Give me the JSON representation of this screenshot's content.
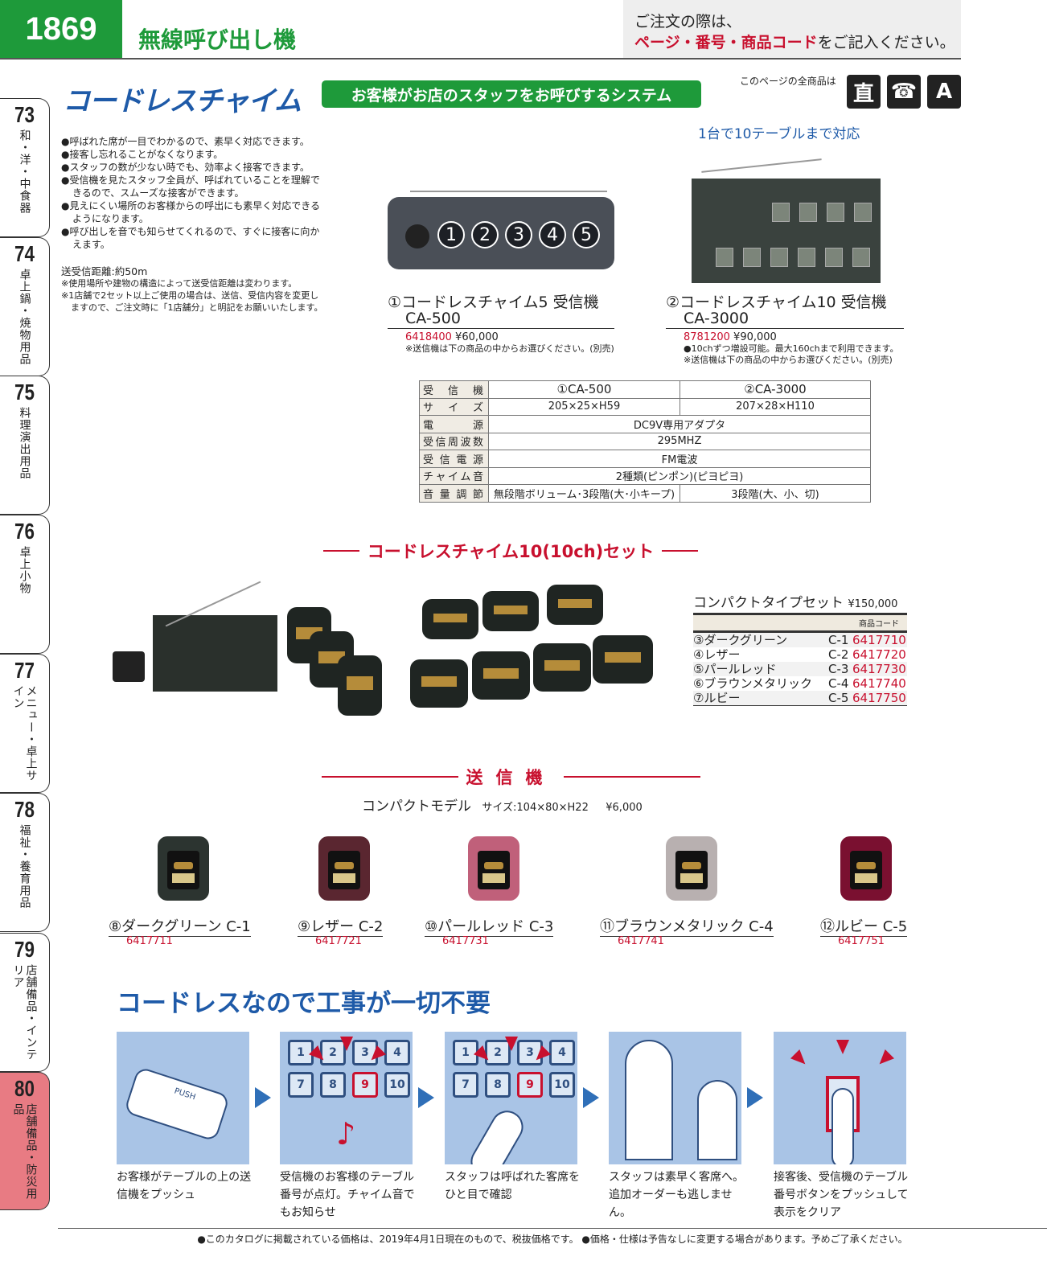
{
  "header": {
    "page_number": "1869",
    "title": "無線呼び出し機",
    "notice_line1": "ご注文の際は、",
    "notice_red": "ページ・番号・商品コード",
    "notice_rest": "をご記入ください。"
  },
  "side_tabs": [
    {
      "num": "73",
      "label": "和・洋・中食器"
    },
    {
      "num": "74",
      "label": "卓上鍋・焼物用品"
    },
    {
      "num": "75",
      "label": "料理演出用品"
    },
    {
      "num": "76",
      "label": "卓上小物"
    },
    {
      "num": "77",
      "label": "メニュー・卓上サイン"
    },
    {
      "num": "78",
      "label": "福祉・養育用品"
    },
    {
      "num": "79",
      "label": "店舗備品・インテリア"
    },
    {
      "num": "80",
      "label": "店舗備品・防災用品"
    }
  ],
  "intro": {
    "logo": "コードレスチャイム",
    "badge": "お客様がお店のスタッフをお呼びするシステム",
    "all_items_note": "このページの全商品は",
    "icons": [
      "直",
      "☎",
      "A"
    ],
    "bullets": [
      "●呼ばれた席が一目でわかるので、素早く対応できます。",
      "●接客し忘れることがなくなります。",
      "●スタッフの数が少ない時でも、効率よく接客できます。",
      "●受信機を見たスタッフ全員が、呼ばれていることを理解できるので、スムーズな接客ができます。",
      "●見えにくい場所のお客様からの呼出にも素早く対応できるようになります。",
      "●呼び出しを音でも知らせてくれるので、すぐに接客に向かえます。"
    ],
    "distance": "送受信距離:約50m",
    "note1": "※使用場所や建物の構造によって送受信距離は変わります。",
    "note2": "※1店舗で2セット以上ご使用の場合は、送信、受信内容を変更しますので、ご注文時に「1店舗分」と明記をお願いいたします。"
  },
  "products": [
    {
      "title": "①コードレスチャイム5 受信機",
      "model": "CA-500",
      "code": "6418400",
      "price": "¥60,000",
      "notes": [
        "※送信機は下の商品の中からお選びください。(別売)"
      ],
      "buttons": [
        "1",
        "2",
        "3",
        "4",
        "5"
      ]
    },
    {
      "tagline": "1台で10テーブルまで対応",
      "title": "②コードレスチャイム10 受信機",
      "model": "CA-3000",
      "code": "8781200",
      "price": "¥90,000",
      "notes": [
        "●10chずつ増設可能。最大160chまで利用できます。",
        "※送信機は下の商品の中からお選びください。(別売)"
      ]
    }
  ],
  "spec_table": {
    "rows": [
      {
        "h": "受信機",
        "a": "①CA-500",
        "b": "②CA-3000"
      },
      {
        "h": "サイズ",
        "a": "205×25×H59",
        "b": "207×28×H110"
      },
      {
        "h": "電源",
        "ab": "DC9V専用アダプタ"
      },
      {
        "h": "受信周波数",
        "ab": "295MHZ"
      },
      {
        "h": "受信電源",
        "ab": "FM電波"
      },
      {
        "h": "チャイム音",
        "ab": "2種類(ピンポン)(ピヨピヨ)"
      },
      {
        "h": "音量調節",
        "a": "無段階ボリューム･3段階(大･小キープ)",
        "b": "3段階(大、小、切)"
      }
    ]
  },
  "set": {
    "heading": "コードレスチャイム10(10ch)セット",
    "title": "コンパクトタイプセット",
    "price": "¥150,000",
    "code_header": "商品コード",
    "items": [
      {
        "name": "③ダークグリーン",
        "model": "C-1",
        "code": "6417710"
      },
      {
        "name": "④レザー",
        "model": "C-2",
        "code": "6417720"
      },
      {
        "name": "⑤パールレッド",
        "model": "C-3",
        "code": "6417730"
      },
      {
        "name": "⑥ブラウンメタリック",
        "model": "C-4",
        "code": "6417740"
      },
      {
        "name": "⑦ルビー",
        "model": "C-5",
        "code": "6417750"
      }
    ]
  },
  "transmitters": {
    "heading": "送信機",
    "model_name": "コンパクトモデル",
    "size": "サイズ:104×80×H22",
    "price": "¥6,000",
    "items": [
      {
        "label": "⑧ダークグリーン C-1",
        "code": "6417711",
        "color": "#2c3430"
      },
      {
        "label": "⑨レザー C-2",
        "code": "6417721",
        "color": "#5a2630"
      },
      {
        "label": "⑩パールレッド C-3",
        "code": "6417731",
        "color": "#c0607a"
      },
      {
        "label": "⑪ブラウンメタリック C-4",
        "code": "6417741",
        "color": "#b8b0b0"
      },
      {
        "label": "⑫ルビー C-5",
        "code": "6417751",
        "color": "#7a1030"
      }
    ]
  },
  "steps": {
    "heading": "コードレスなので工事が一切不要",
    "captions": [
      "お客様がテーブルの上の送信機をプッシュ",
      "受信機のお客様のテーブル番号が点灯。チャイム音でもお知らせ",
      "スタッフは呼ばれた客席をひと目で確認",
      "スタッフは素早く客席へ。追加オーダーも逃しません。",
      "接客後、受信機のテーブル番号ボタンをプッシュして表示をクリア"
    ],
    "push_label": "PUSH",
    "grid_numbers": [
      "1",
      "2",
      "3",
      "4",
      "7",
      "8",
      "9",
      "10"
    ]
  },
  "footer": "●このカタログに掲載されている価格は、2019年4月1日現在のもので、税抜価格です。 ●価格・仕様は予告なしに変更する場合があります。予めご了承ください。"
}
